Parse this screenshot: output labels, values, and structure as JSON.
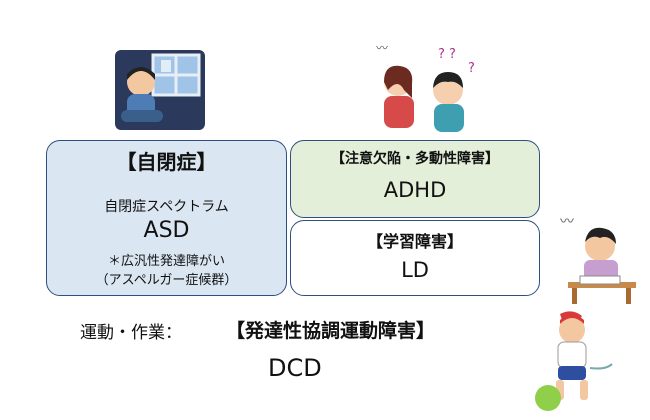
{
  "asd": {
    "title": "【自閉症】",
    "subtitle": "自閉症スペクトラム",
    "abbr": "ASD",
    "note_line1": "＊広汎性発達障がい",
    "note_line2": "（アスペルガー症候群）"
  },
  "adhd": {
    "title": "【注意欠陥・多動性障害】",
    "abbr": "ADHD"
  },
  "ld": {
    "title": "【学習障害】",
    "abbr": "LD"
  },
  "dcd": {
    "prefix": "運動・作業：",
    "title": "【発達性協調運動障害】",
    "abbr": "DCD"
  },
  "colors": {
    "asd_box": "#dae6f2",
    "adhd_box": "#e4efda",
    "ld_box": "#ffffff",
    "border": "#2f4f7f"
  },
  "icons": [
    "sad-child-at-window-icon",
    "confused-arguing-children-icon",
    "stressed-student-at-desk-icon",
    "running-child-with-ball-icon"
  ]
}
